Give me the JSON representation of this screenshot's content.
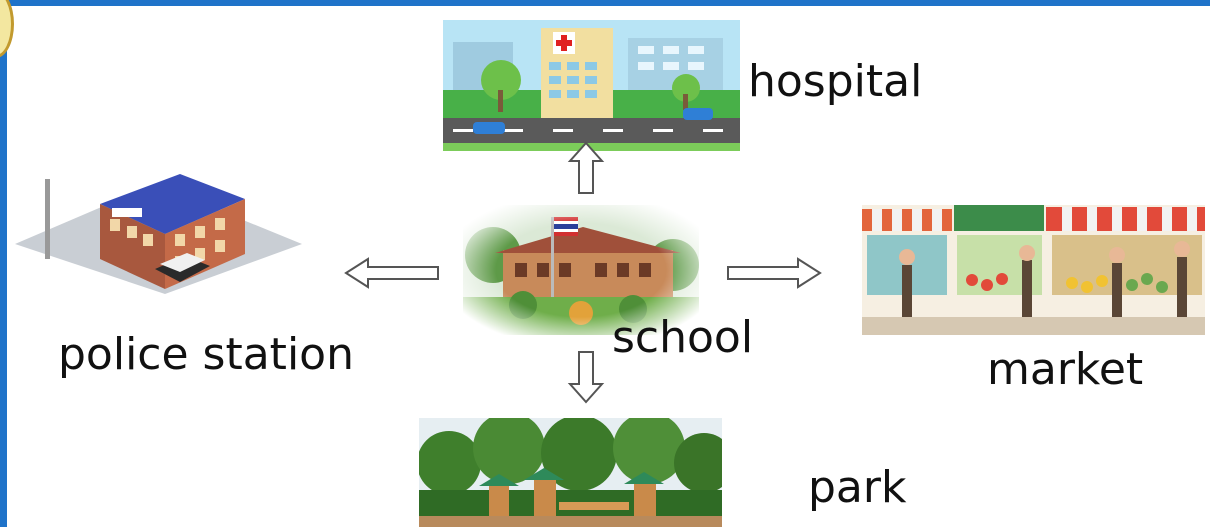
{
  "labels": {
    "hospital": "hospital",
    "police_station": "police station",
    "school": "school",
    "market": "market",
    "park": "park"
  },
  "pictures": {
    "hospital": "hospital-illustration",
    "police_station": "police-station-illustration",
    "school": "school-photo",
    "market": "market-illustration",
    "park": "park-photo"
  },
  "arrows": [
    "arrow-up-to-hospital",
    "arrow-left-to-police-station",
    "arrow-right-to-market",
    "arrow-down-to-park"
  ],
  "colors": {
    "frame": "#1f73c9",
    "arrow_stroke": "#555555",
    "label_text": "#111111"
  }
}
